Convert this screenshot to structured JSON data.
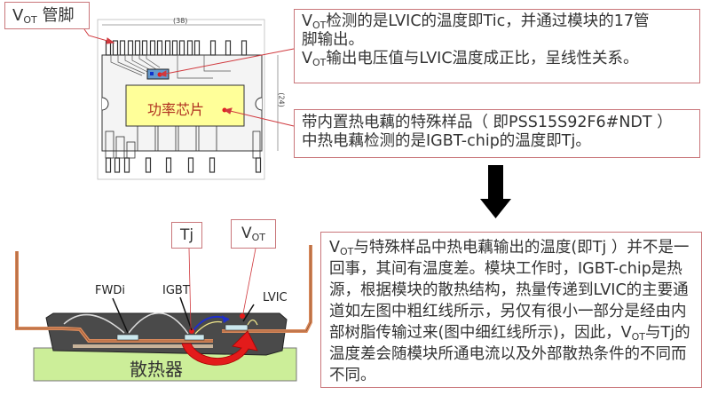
{
  "top_left_label": {
    "main": "V",
    "sub": "OT",
    "rest": " 管脚"
  },
  "module_drawing": {
    "dimension_width": "(38)",
    "dimension_height": "(24)",
    "chip_label": "功率芯片",
    "chip_color": "#ffff99"
  },
  "note1": {
    "line1_prefix_main": "V",
    "line1_prefix_sub": "OT",
    "line1_text": "检测的是LVIC的温度即Tic，并通过模块的17管",
    "line2_text": "脚输出。",
    "line3_prefix_main": "V",
    "line3_prefix_sub": "OT",
    "line3_text": "输出电压值与LVIC温度成正比，呈线性关系。"
  },
  "note2": {
    "line1": "带内置热电藕的特殊样品（ 即PSS15S92F6#NDT ）",
    "line2": "中热电藕检测的是IGBT-chip的温度即Tj。"
  },
  "arrow": {
    "direction": "down",
    "color": "#000000"
  },
  "cross_section": {
    "tj_label": "Tj",
    "vot_label_main": "V",
    "vot_label_sub": "OT",
    "fwdi_label": "FWDi",
    "igbt_label": "IGBT",
    "lvic_label": "LVIC",
    "heatsink_label": "散热器",
    "heatsink_color": "#ccee99",
    "package_color": "#4a4a4a",
    "lead_color": "#d98a5c",
    "heat_flow_color": "#e31b1b"
  },
  "note3": {
    "seg1_main": "V",
    "seg1_sub": "OT",
    "text_a": "与特殊样品中热电藕输出的温度(即Tj ）并不是一回事，其间有温度差。模块工作时，IGBT-chip是热源，根据模块的散热结构，热量传递到LVIC的主要通道如左图中粗红线所示，另仅有很小一部分是经由内部树脂传输过来(图中细红线所示)，因此，",
    "seg2_main": "V",
    "seg2_sub": "OT",
    "text_b": "与Tj的温度差会随模块所通电流以及外部散热条件的不同而不同。"
  }
}
